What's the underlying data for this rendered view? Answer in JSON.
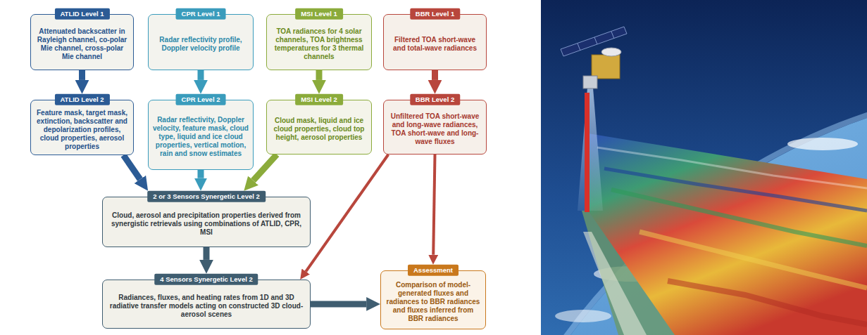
{
  "diagram": {
    "nodes": [
      {
        "text": [
          "ATLID Level 1",
          "Attenuated backscatter in Rayleigh channel, co-polar Mie channel, cross-polar Mie channel"
        ]
      },
      {
        "text": [
          "CPR Level 1",
          "Radar reflectivity profile, Doppler velocity profile"
        ]
      },
      {
        "text": [
          "MSI Level 1",
          "TOA radiances for 4 solar channels, TOA brightness temperatures for 3 thermal channels"
        ]
      },
      {
        "text": [
          "BBR Level 1",
          "Filtered TOA short-wave and total-wave radiances"
        ]
      },
      {
        "text": [
          "ATLID Level 2",
          "Feature mask, target mask, extinction, backscatter and depolarization profiles, cloud properties, aerosol properties"
        ]
      },
      {
        "text": [
          "CPR Level 2",
          "Radar reflectivity, Doppler velocity, feature mask, cloud type, liquid and ice cloud properties, vertical motion, rain and snow estimates"
        ]
      },
      {
        "text": [
          "MSI Level 2",
          "Cloud mask, liquid and ice cloud properties, cloud top height, aerosol properties"
        ]
      },
      {
        "text": [
          "BBR Level 2",
          "Unfiltered TOA short-wave and long-wave radiances, TOA short-wave and long-wave fluxes"
        ]
      },
      {
        "text": [
          "2 or 3 Sensors Synergetic Level 2",
          "Cloud, aerosol and precipitation properties derived from synergistic retrievals using combinations of ATLID, CPR, MSI"
        ]
      },
      {
        "text": [
          "4 Sensors Synergetic Level 2",
          "Radiances, fluxes, and heating rates from 1D and 3D radiative transfer models acting on constructed 3D cloud-aerosol scenes"
        ]
      },
      {
        "text": [
          "Assessment",
          "Comparison of model-generated fluxes and radiances to BBR radiances and fluxes inferred from BBR radiances"
        ]
      }
    ],
    "edges": [
      {
        "from": 0,
        "to": 4,
        "arrow": "to"
      },
      {
        "from": 1,
        "to": 5,
        "arrow": "to"
      },
      {
        "from": 2,
        "to": 6,
        "arrow": "to"
      },
      {
        "from": 3,
        "to": 7,
        "arrow": "to"
      },
      {
        "from": 4,
        "to": 8,
        "arrow": "to"
      },
      {
        "from": 5,
        "to": 8,
        "arrow": "to"
      },
      {
        "from": 6,
        "to": 8,
        "arrow": "to"
      },
      {
        "from": 8,
        "to": 9,
        "arrow": "to"
      },
      {
        "from": 7,
        "to": 9,
        "arrow": "to"
      },
      {
        "from": 7,
        "to": 10,
        "arrow": "to"
      },
      {
        "from": 9,
        "to": 10,
        "arrow": "to"
      }
    ]
  }
}
